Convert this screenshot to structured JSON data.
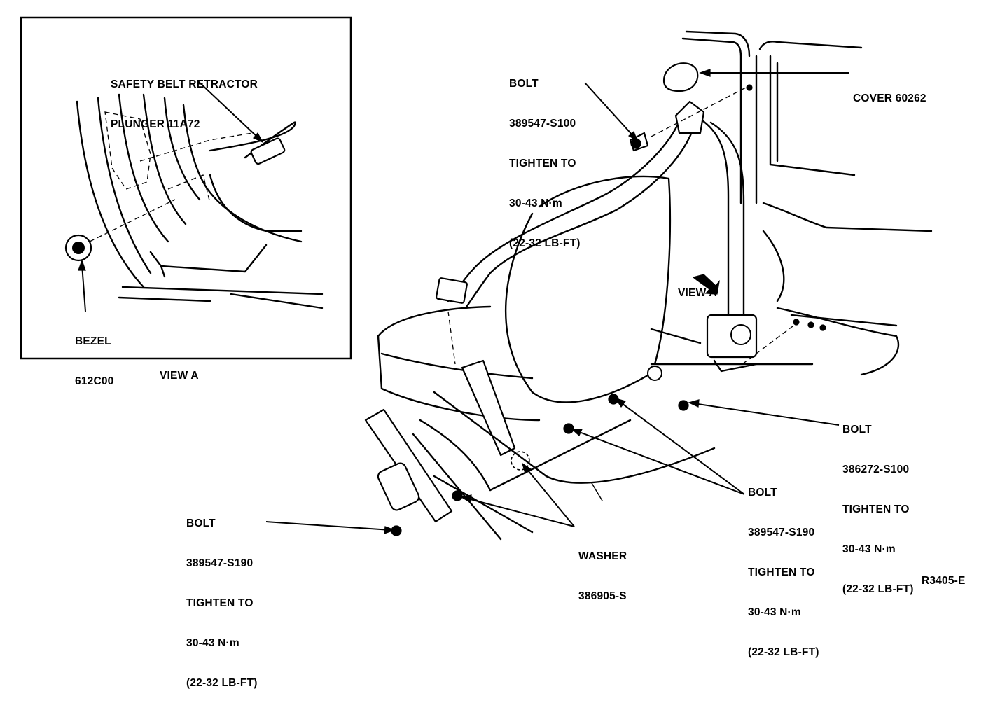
{
  "view_a": {
    "title": "VIEW A",
    "retractor_plunger": [
      "SAFETY BELT RETRACTOR",
      "PLUNGER 11A72"
    ],
    "bezel": [
      "BEZEL",
      "612C00"
    ]
  },
  "main": {
    "bolt_top": [
      "BOLT",
      "389547-S100",
      "TIGHTEN TO",
      "30-43 N·m",
      "(22-32 LB-FT)"
    ],
    "cover": "COVER 60262",
    "view_a_pointer": "VIEW A",
    "bolt_right": [
      "BOLT",
      "386272-S100",
      "TIGHTEN TO",
      "30-43 N·m",
      "(22-32 LB-FT)"
    ],
    "bolt_center": [
      "BOLT",
      "389547-S190",
      "TIGHTEN TO",
      "30-43 N·m",
      "(22-32 LB-FT)"
    ],
    "bolt_left": [
      "BOLT",
      "389547-S190",
      "TIGHTEN TO",
      "30-43 N·m",
      "(22-32 LB-FT)"
    ],
    "washer": [
      "WASHER",
      "386905-S"
    ],
    "figure_code": "R3405-E"
  }
}
